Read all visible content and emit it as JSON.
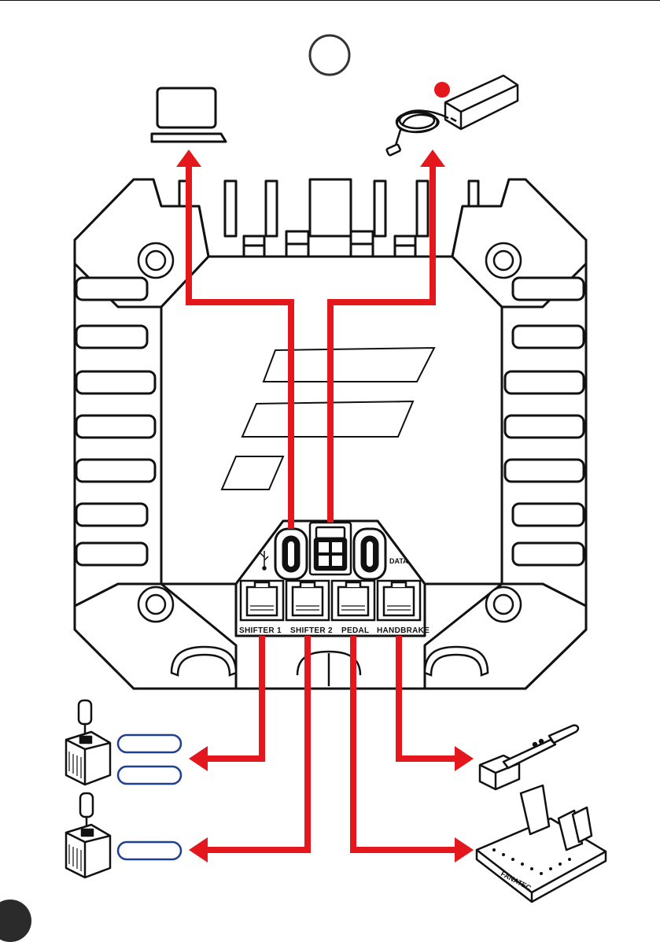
{
  "ports": {
    "shifter1": "SHIFTER 1",
    "shifter2": "SHIFTER 2",
    "pedal": "PEDAL",
    "handbrake": "HANDBRAKE",
    "data": "DATA"
  },
  "pedals_brand": "FANATEC",
  "colors": {
    "connection_line": "#e3171c",
    "power_dot": "#e3171c",
    "badge_outline": "#1f3f8f",
    "page_tab": "#2b2b2b",
    "outline": "#111111"
  },
  "icons": [
    "usb-icon",
    "laptop-icon",
    "power-adapter-icon",
    "shifter-icon",
    "handbrake-icon",
    "pedals-icon"
  ]
}
